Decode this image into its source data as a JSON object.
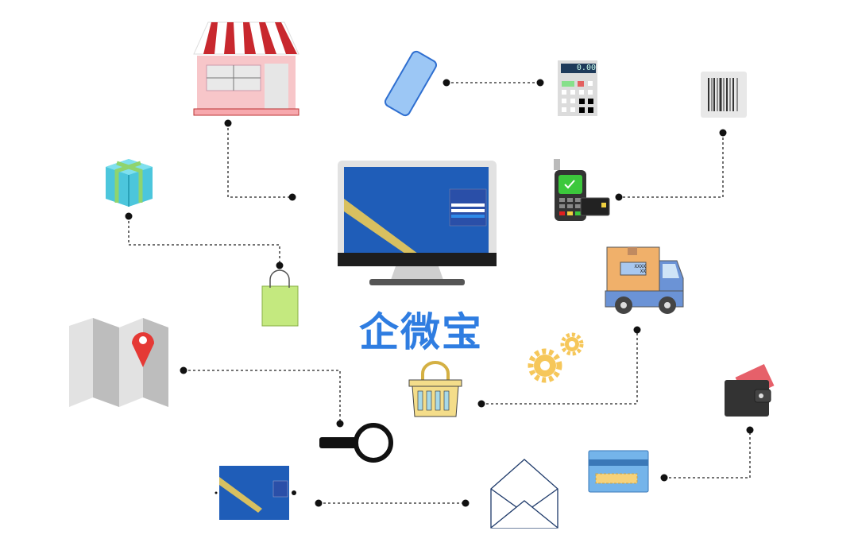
{
  "brand": {
    "name": "企微宝",
    "color": "#2f7de1"
  },
  "calculator": {
    "display": "0.00"
  },
  "truck": {
    "label_line1": "XXXX",
    "label_line2": "XX"
  },
  "colors": {
    "connector": "#222222",
    "monitor_screen": "#1f5db8",
    "store_awning": "#c8282e",
    "store_wall": "#f7c6c9"
  }
}
